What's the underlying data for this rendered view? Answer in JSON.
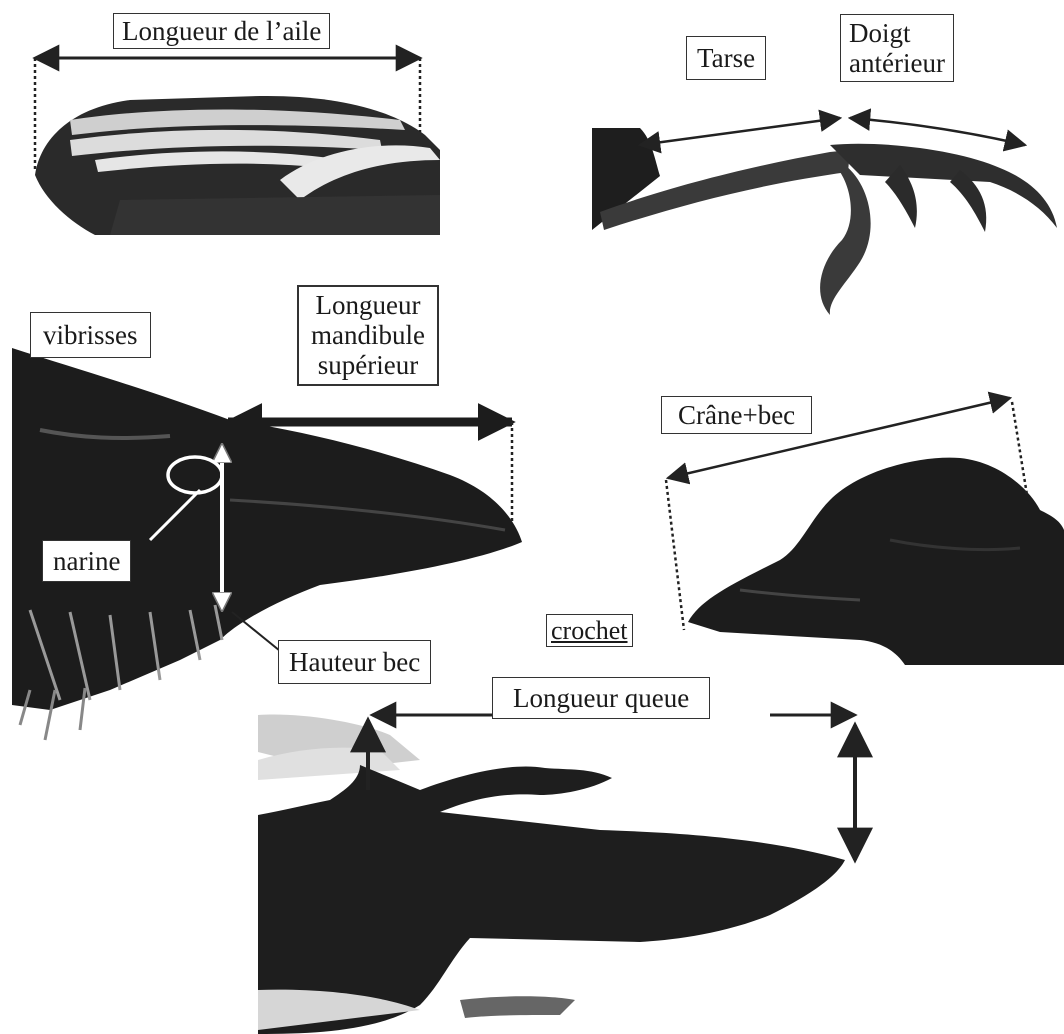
{
  "labels": {
    "wing_length": "Longueur de l’aile",
    "tarsus": "Tarse",
    "front_toe_line1": "Doigt",
    "front_toe_line2": "antérieur",
    "vibrissae": "vibrisses",
    "upper_mandible_line1": "Longueur",
    "upper_mandible_line2": "mandibule",
    "upper_mandible_line3": "supérieur",
    "skull_bill": "Crâne+bec",
    "nostril": "narine",
    "hook": "crochet",
    "bill_depth": "Hauteur bec",
    "tail_length": "Longueur queue"
  },
  "colors": {
    "silhouette": "#1c1c1c",
    "feather_light": "#d9d9d9",
    "annotation": "#222222",
    "white_marker": "#ffffff"
  },
  "icons": [
    "wing-figure",
    "foot-figure",
    "bill-closeup-figure",
    "head-profile-figure",
    "tail-figure"
  ]
}
